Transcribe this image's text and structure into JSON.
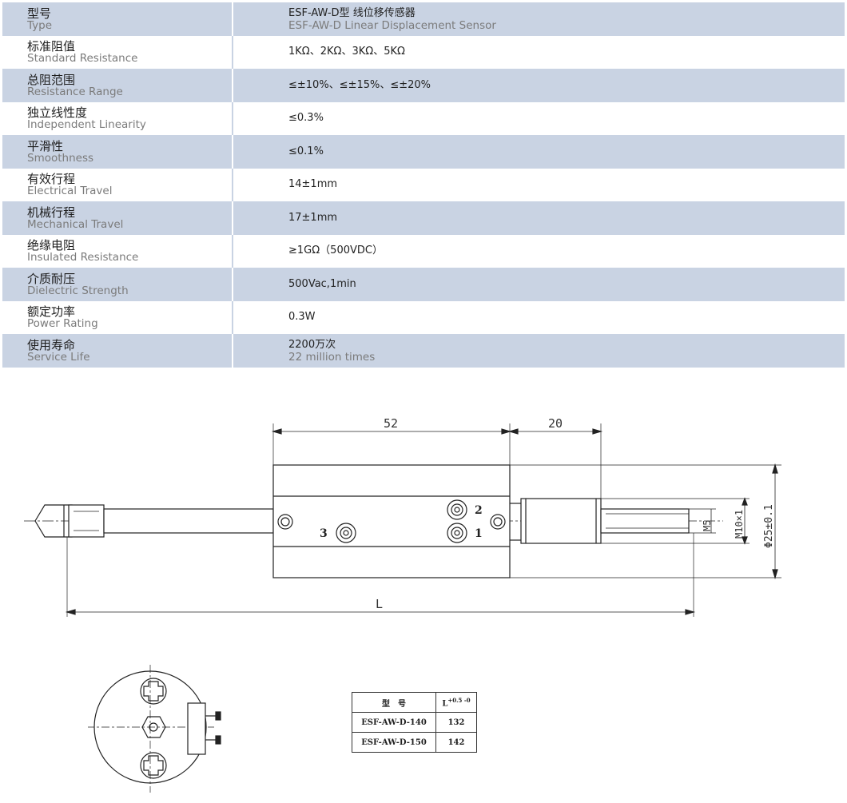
{
  "specs": [
    {
      "zh": "型号",
      "en": "Type",
      "value": "ESF-AW-D型 线位移传感器",
      "value_sub": "ESF-AW-D Linear Displacement Sensor"
    },
    {
      "zh": "标准阻值",
      "en": "Standard Resistance",
      "value": "1KΩ、2KΩ、3KΩ、5KΩ",
      "value_sub": ""
    },
    {
      "zh": "总阻范围",
      "en": "Resistance Range",
      "value": "≤±10%、≤±15%、≤±20%",
      "value_sub": ""
    },
    {
      "zh": "独立线性度",
      "en": "Independent Linearity",
      "value": "≤0.3%",
      "value_sub": ""
    },
    {
      "zh": "平滑性",
      "en": "Smoothness",
      "value": "≤0.1%",
      "value_sub": ""
    },
    {
      "zh": "有效行程",
      "en": "Electrical Travel",
      "value": "14±1mm",
      "value_sub": ""
    },
    {
      "zh": "机械行程",
      "en": "Mechanical Travel",
      "value": "17±1mm",
      "value_sub": ""
    },
    {
      "zh": "绝缘电阻",
      "en": "Insulated Resistance",
      "value": "≥1GΩ（500VDC）",
      "value_sub": ""
    },
    {
      "zh": "介质耐压",
      "en": "Dielectric Strength",
      "value": "500Vac,1min",
      "value_sub": ""
    },
    {
      "zh": "额定功率",
      "en": "Power Rating",
      "value": "0.3W",
      "value_sub": ""
    },
    {
      "zh": "使用寿命",
      "en": "Service Life",
      "value": "2200万次",
      "value_sub": "22 million times"
    }
  ],
  "drawing": {
    "dim_body": "52",
    "dim_extension": "20",
    "dim_overall": "L",
    "thread_inner": "M5",
    "thread_outer": "M10×1",
    "diameter": "Φ25±0.1",
    "terminal_1": "1",
    "terminal_2": "2",
    "terminal_3": "3"
  },
  "model_table": {
    "header_model": "型　号",
    "header_length": "L",
    "header_tolerance": "+0.5 -0",
    "rows": [
      {
        "model": "ESF-AW-D-140",
        "length": "132"
      },
      {
        "model": "ESF-AW-D-150",
        "length": "142"
      }
    ]
  },
  "colors": {
    "shade": "#c9d3e3",
    "line": "#222222"
  }
}
